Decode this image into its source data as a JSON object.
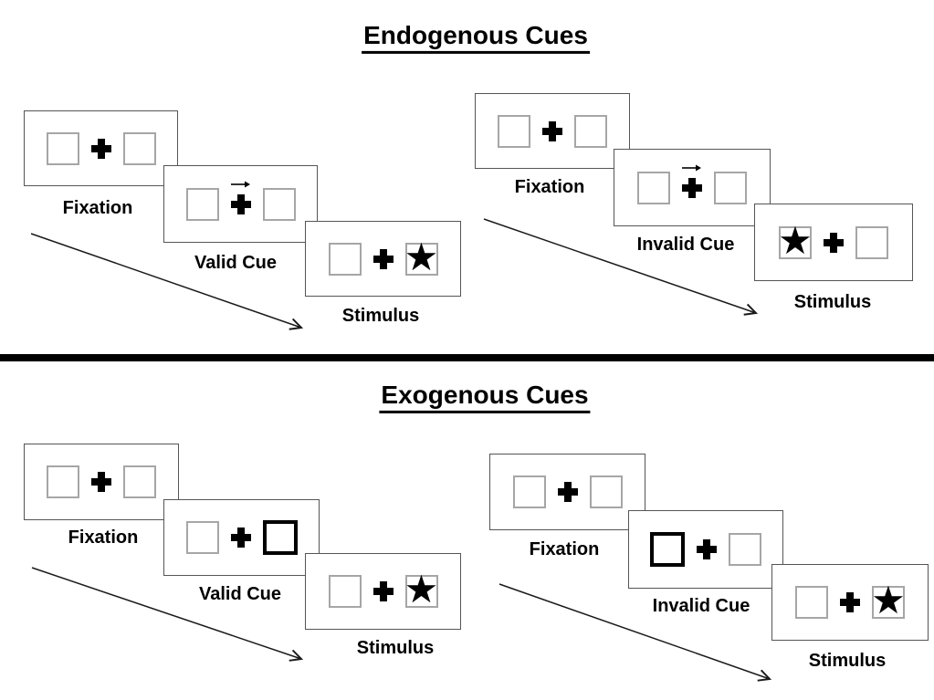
{
  "page": {
    "background": "#ffffff"
  },
  "colors": {
    "ink": "#000000",
    "panel_border": "#555555",
    "square_border": "#a6a6a6",
    "cue_highlight_border": "#000000",
    "divider": "#000000",
    "sequence_arrow": "#1a1a1a"
  },
  "icons": {
    "star": "★"
  },
  "sections": [
    {
      "title": "Endogenous Cues",
      "cue_style": "central-arrow",
      "groups": [
        {
          "condition": "valid",
          "panels": [
            {
              "label": "Fixation",
              "type": "fixation"
            },
            {
              "label": "Valid Cue",
              "type": "cue",
              "cue": "arrow-right"
            },
            {
              "label": "Stimulus",
              "type": "stimulus",
              "star_side": "right"
            }
          ]
        },
        {
          "condition": "invalid",
          "panels": [
            {
              "label": "Fixation",
              "type": "fixation"
            },
            {
              "label": "Invalid Cue",
              "type": "cue",
              "cue": "arrow-right"
            },
            {
              "label": "Stimulus",
              "type": "stimulus",
              "star_side": "left"
            }
          ]
        }
      ]
    },
    {
      "title": "Exogenous Cues",
      "cue_style": "peripheral-box-highlight",
      "groups": [
        {
          "condition": "valid",
          "panels": [
            {
              "label": "Fixation",
              "type": "fixation"
            },
            {
              "label": "Valid Cue",
              "type": "cue",
              "cue": "box-right"
            },
            {
              "label": "Stimulus",
              "type": "stimulus",
              "star_side": "right"
            }
          ]
        },
        {
          "condition": "invalid",
          "panels": [
            {
              "label": "Fixation",
              "type": "fixation"
            },
            {
              "label": "Invalid Cue",
              "type": "cue",
              "cue": "box-left"
            },
            {
              "label": "Stimulus",
              "type": "stimulus",
              "star_side": "right"
            }
          ]
        }
      ]
    }
  ]
}
